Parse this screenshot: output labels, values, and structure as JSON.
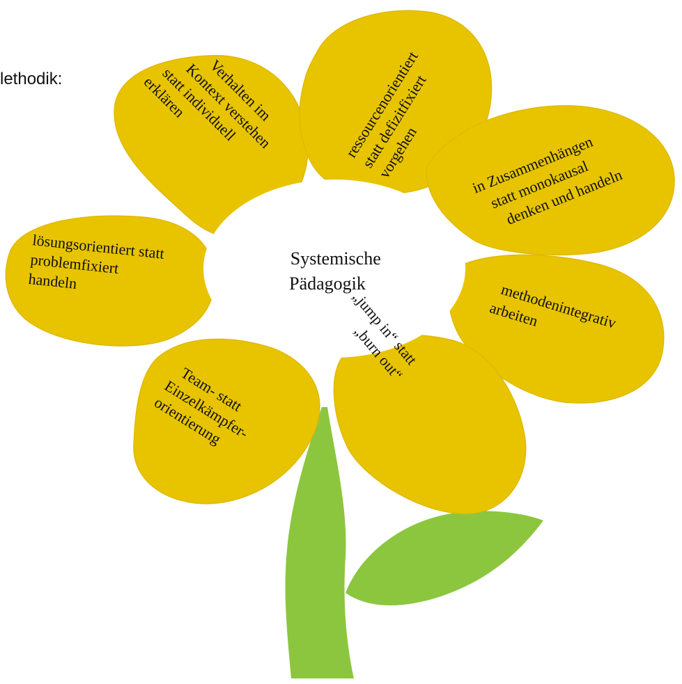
{
  "heading": "lethodik:",
  "center": {
    "lines": [
      "Systemische",
      "Pädagogik"
    ]
  },
  "petals": [
    {
      "lines": [
        "Verhalten im",
        "Kontext verstehen",
        "statt individuell",
        "erklären"
      ]
    },
    {
      "lines": [
        "ressourcenorientiert",
        "statt defizitfixiert",
        "vorgehen"
      ]
    },
    {
      "lines": [
        "in Zusammenhängen",
        "statt monokausal",
        "denken und handeln"
      ]
    },
    {
      "lines": [
        "methodenintegrativ",
        "arbeiten"
      ]
    },
    {
      "lines": [
        "„jump in“ statt",
        "„burn out“"
      ]
    },
    {
      "lines": [
        "Team- statt",
        "Einzelkämpfer-",
        "orientierung"
      ]
    },
    {
      "lines": [
        "lösungsorientiert statt",
        "problemfixiert",
        "handeln"
      ]
    }
  ],
  "colors": {
    "petal": "#e8c400",
    "stem": "#8cc63f",
    "center": "#ffffff"
  }
}
